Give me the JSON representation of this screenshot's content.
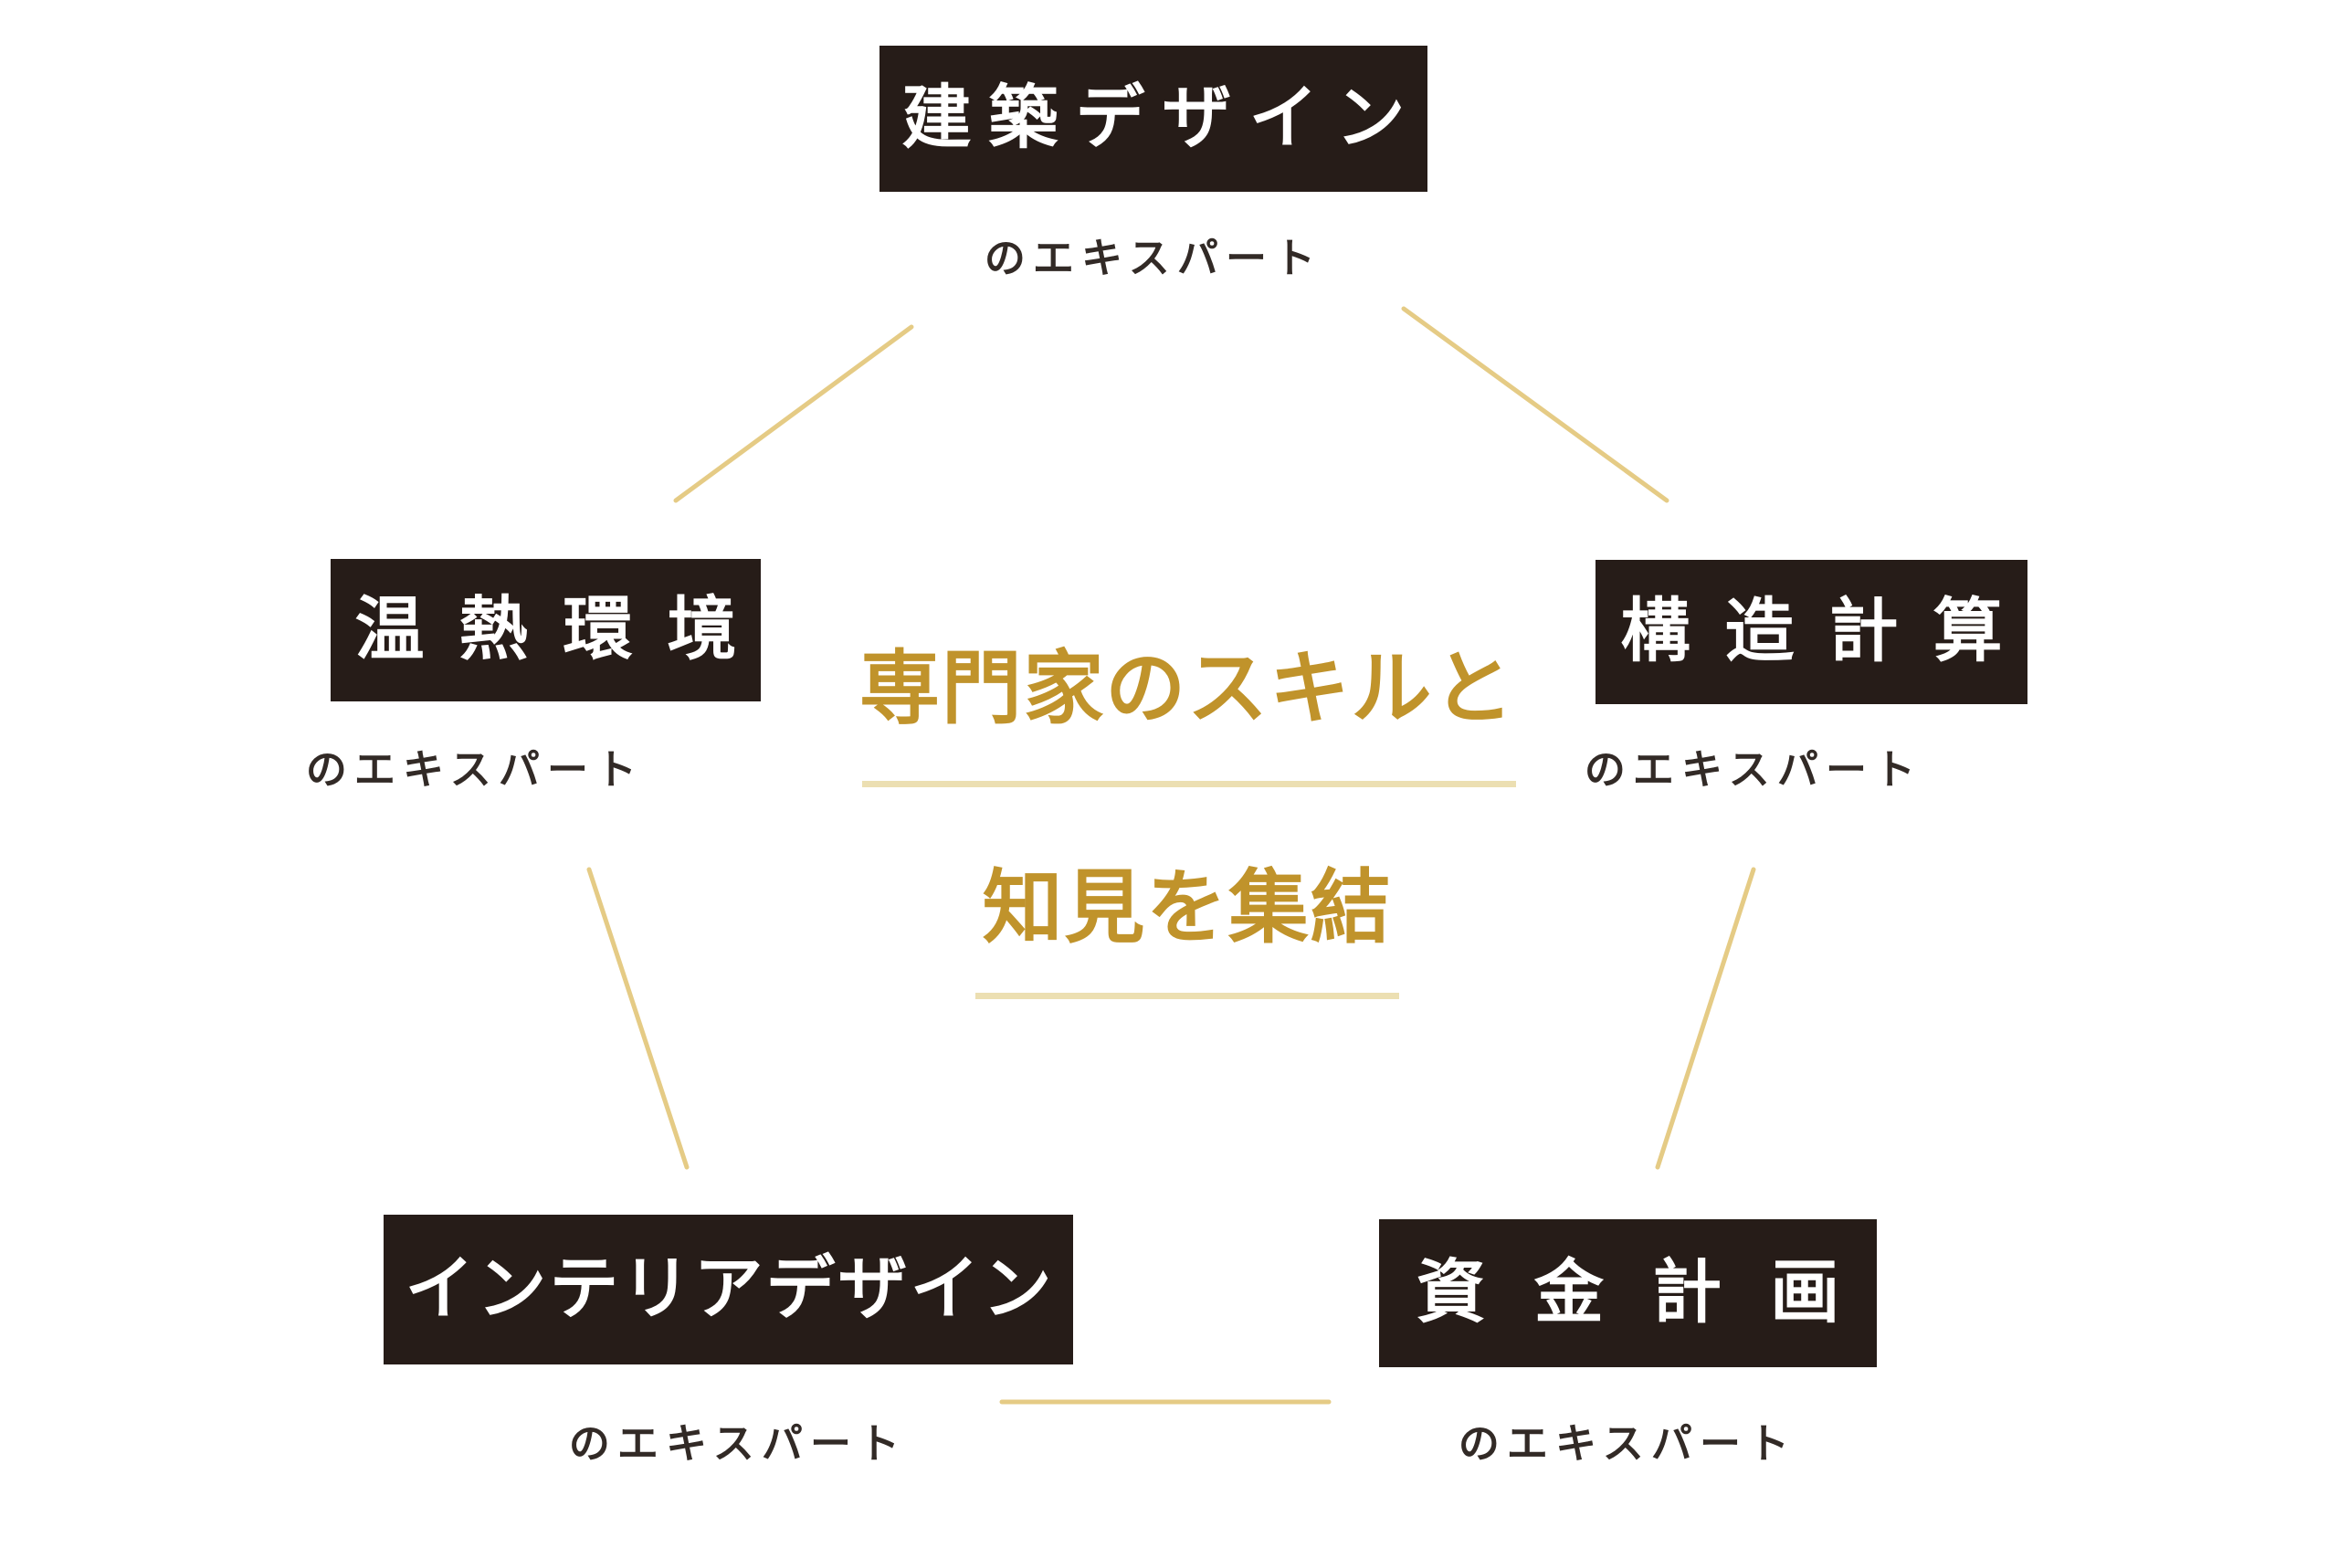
{
  "diagram": {
    "center_heading": {
      "line1": "専門家のスキルと",
      "line2": "知見を集結"
    },
    "nodes": [
      {
        "id": "architectural-design",
        "label": "建築デザイン",
        "sublabel": "のエキスパート"
      },
      {
        "id": "thermal-environment",
        "label": "温熱環境",
        "sublabel": "のエキスパート"
      },
      {
        "id": "structural-calculation",
        "label": "構造計算",
        "sublabel": "のエキスパート"
      },
      {
        "id": "interior-design",
        "label": "インテリアデザイン",
        "sublabel": "のエキスパート"
      },
      {
        "id": "funding-plan",
        "label": "資金計画",
        "sublabel": "のエキスパート"
      }
    ],
    "colors": {
      "node_background": "#261c18",
      "node_text": "#ffffff",
      "sublabel_text": "#322a26",
      "heading_gold": "#c0932b",
      "underline_gold": "#ecdfb2",
      "connector_gold": "#e5cb85"
    }
  }
}
